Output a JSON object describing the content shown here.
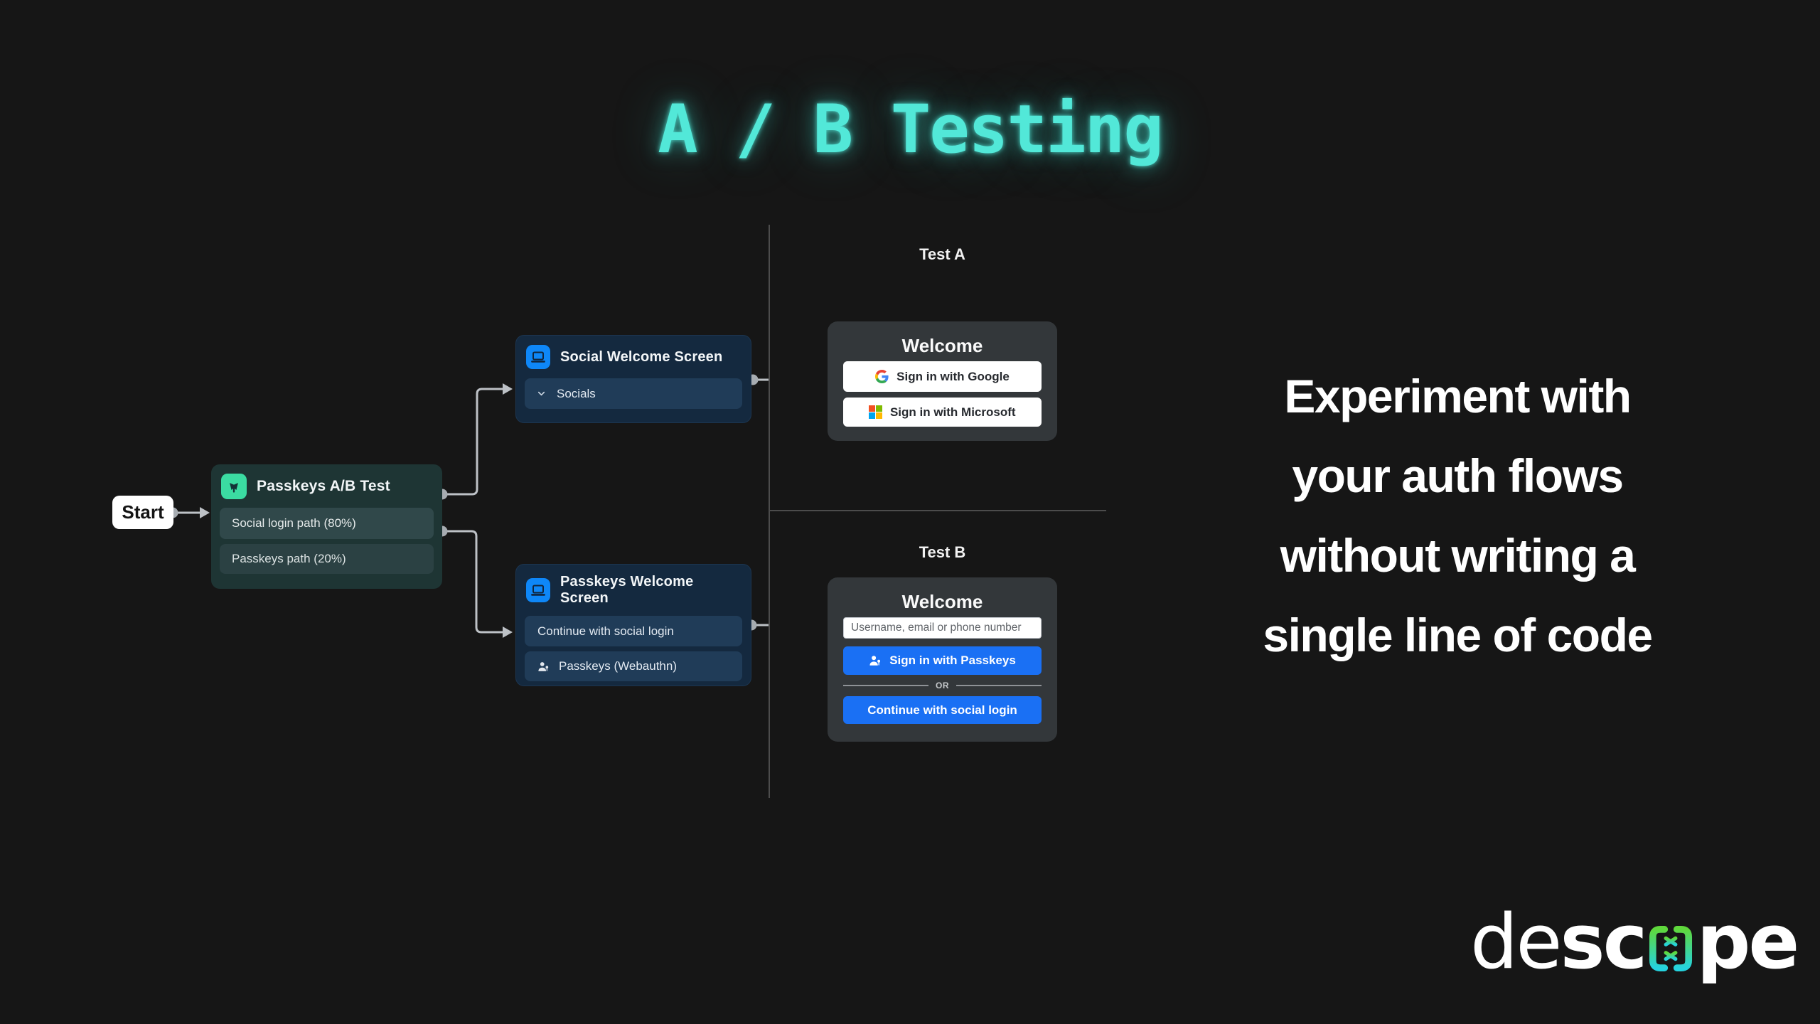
{
  "title": "A / B Testing",
  "flow": {
    "start_label": "Start",
    "ab_node": {
      "title": "Passkeys A/B Test",
      "icon": "branch-icon",
      "rows": [
        "Social login path (80%)",
        "Passkeys path (20%)"
      ]
    },
    "social_node": {
      "title": "Social Welcome Screen",
      "icon": "screen-icon",
      "row": "Socials"
    },
    "passkeys_node": {
      "title": "Passkeys Welcome Screen",
      "icon": "screen-icon",
      "rows": [
        "Continue with social login",
        "Passkeys (Webauthn)"
      ]
    }
  },
  "tests": {
    "a": {
      "label": "Test A",
      "heading": "Welcome",
      "google": "Sign in with Google",
      "microsoft": "Sign in with Microsoft"
    },
    "b": {
      "label": "Test B",
      "heading": "Welcome",
      "placeholder": "Username, email or phone number",
      "passkeys": "Sign in with Passkeys",
      "or": "OR",
      "social": "Continue with social login"
    }
  },
  "headline": {
    "line1": "Experiment with",
    "line2": "your auth flows",
    "line3": "without writing a",
    "line4": "single line of code"
  },
  "logo": {
    "de": "de",
    "sc": "sc",
    "pe": "pe"
  },
  "colors": {
    "accent_cyan": "#52E8D8",
    "node_teal": "#1E3534",
    "node_navy": "#14293F",
    "icon_green": "#3BDCA2",
    "icon_blue": "#0E87F8",
    "button_blue": "#1A70F4",
    "card_gray": "#33373A",
    "edge_gray": "#BDC1C6"
  }
}
